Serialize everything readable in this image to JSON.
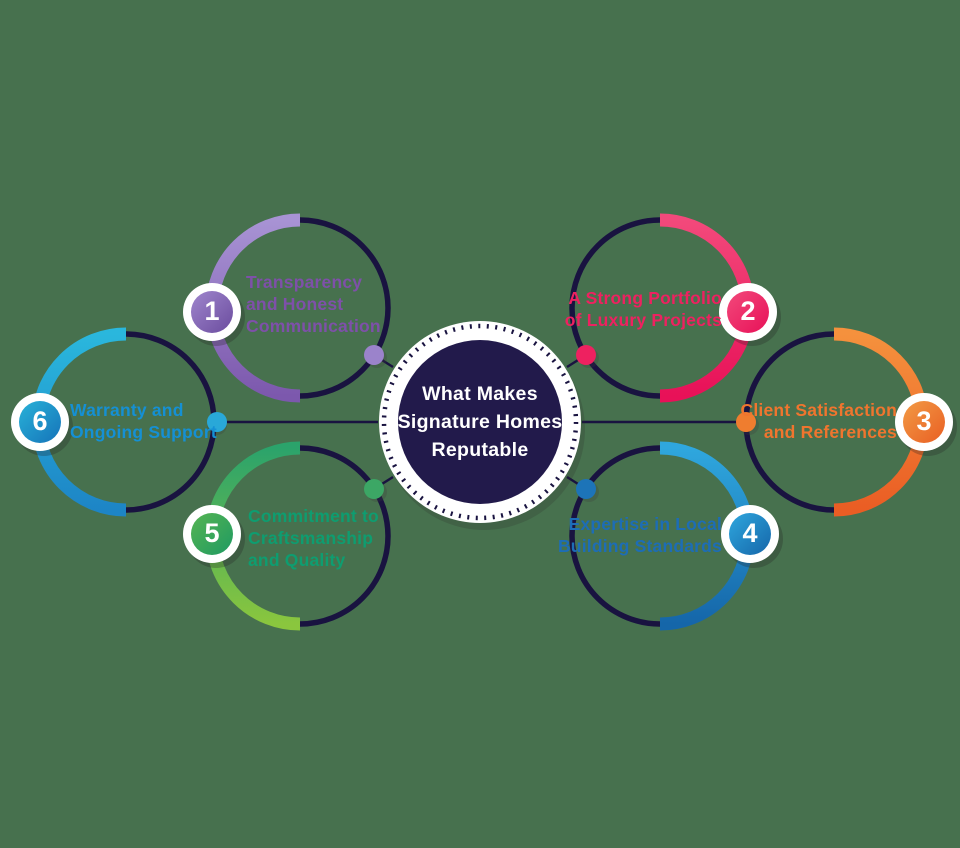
{
  "background_color": "#47714E",
  "colors": {
    "navy": "#191340",
    "white": "#FFFFFF"
  },
  "center": {
    "title": "What Makes\nSignature Homes\nReputable",
    "fill": "#221A4B",
    "text_color": "#FFFFFF"
  },
  "items": [
    {
      "number": "1",
      "label": "Transparency\nand Honest\nCommunication",
      "text_color": "#7E50A9",
      "arc_from": "#A893D4",
      "arc_to": "#7C58AD",
      "badge_from": "#9F86CD",
      "badge_to": "#6B4C9E",
      "dot_color": "#9B83CB"
    },
    {
      "number": "2",
      "label": "A Strong Portfolio\nof Luxury Projects",
      "text_color": "#EE2160",
      "arc_from": "#F2497B",
      "arc_to": "#E81158",
      "badge_from": "#F2497B",
      "badge_to": "#E81158",
      "dot_color": "#EE2160"
    },
    {
      "number": "3",
      "label": "Client Satisfaction\nand References",
      "text_color": "#F0752E",
      "arc_from": "#F5913D",
      "arc_to": "#EA5D24",
      "badge_from": "#F29A45",
      "badge_to": "#E95F23",
      "dot_color": "#EF7D2F"
    },
    {
      "number": "4",
      "label": "Expertise in Local\nBuilding Standards",
      "text_color": "#1D6DB6",
      "arc_from": "#2FA7DE",
      "arc_to": "#1566A9",
      "badge_from": "#2FA7DE",
      "badge_to": "#1566A9",
      "dot_color": "#1D74B8"
    },
    {
      "number": "5",
      "label": "Commitment to\nCraftsmanship\nand Quality",
      "text_color": "#0E9D70",
      "arc_from": "#2BA36B",
      "arc_to": "#8AC63E",
      "badge_from": "#55B452",
      "badge_to": "#1F9A62",
      "dot_color": "#3CA765"
    },
    {
      "number": "6",
      "label": "Warranty and\nOngoing Support",
      "text_color": "#1590D4",
      "arc_from": "#2AB7DD",
      "arc_to": "#1D85C6",
      "badge_from": "#29B2D8",
      "badge_to": "#1573B9",
      "dot_color": "#29A8D8"
    }
  ]
}
